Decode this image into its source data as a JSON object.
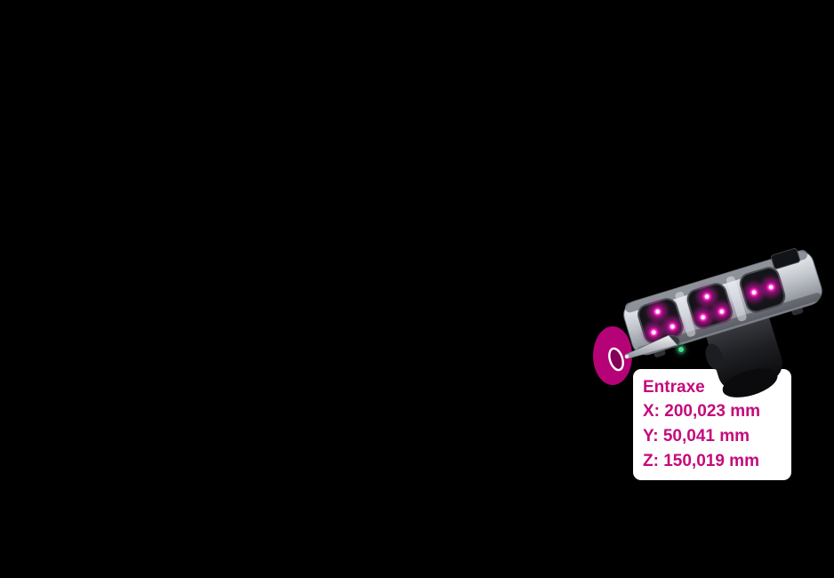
{
  "scene": {
    "background_color": "#000000",
    "subject": "handheld-3d-scanner-with-touch-probe-measuring-circle-feature"
  },
  "annotation": {
    "title": "Entraxe",
    "lines": [
      "X: 200,023 mm",
      "Y: 50,041 mm",
      "Z: 150,019 mm"
    ]
  },
  "colors": {
    "accent_magenta": "#c40b7c",
    "target_magenta": "#b60277",
    "card_background": "#ffffff",
    "status_led_green": "#41e28c",
    "background": "#000000"
  }
}
